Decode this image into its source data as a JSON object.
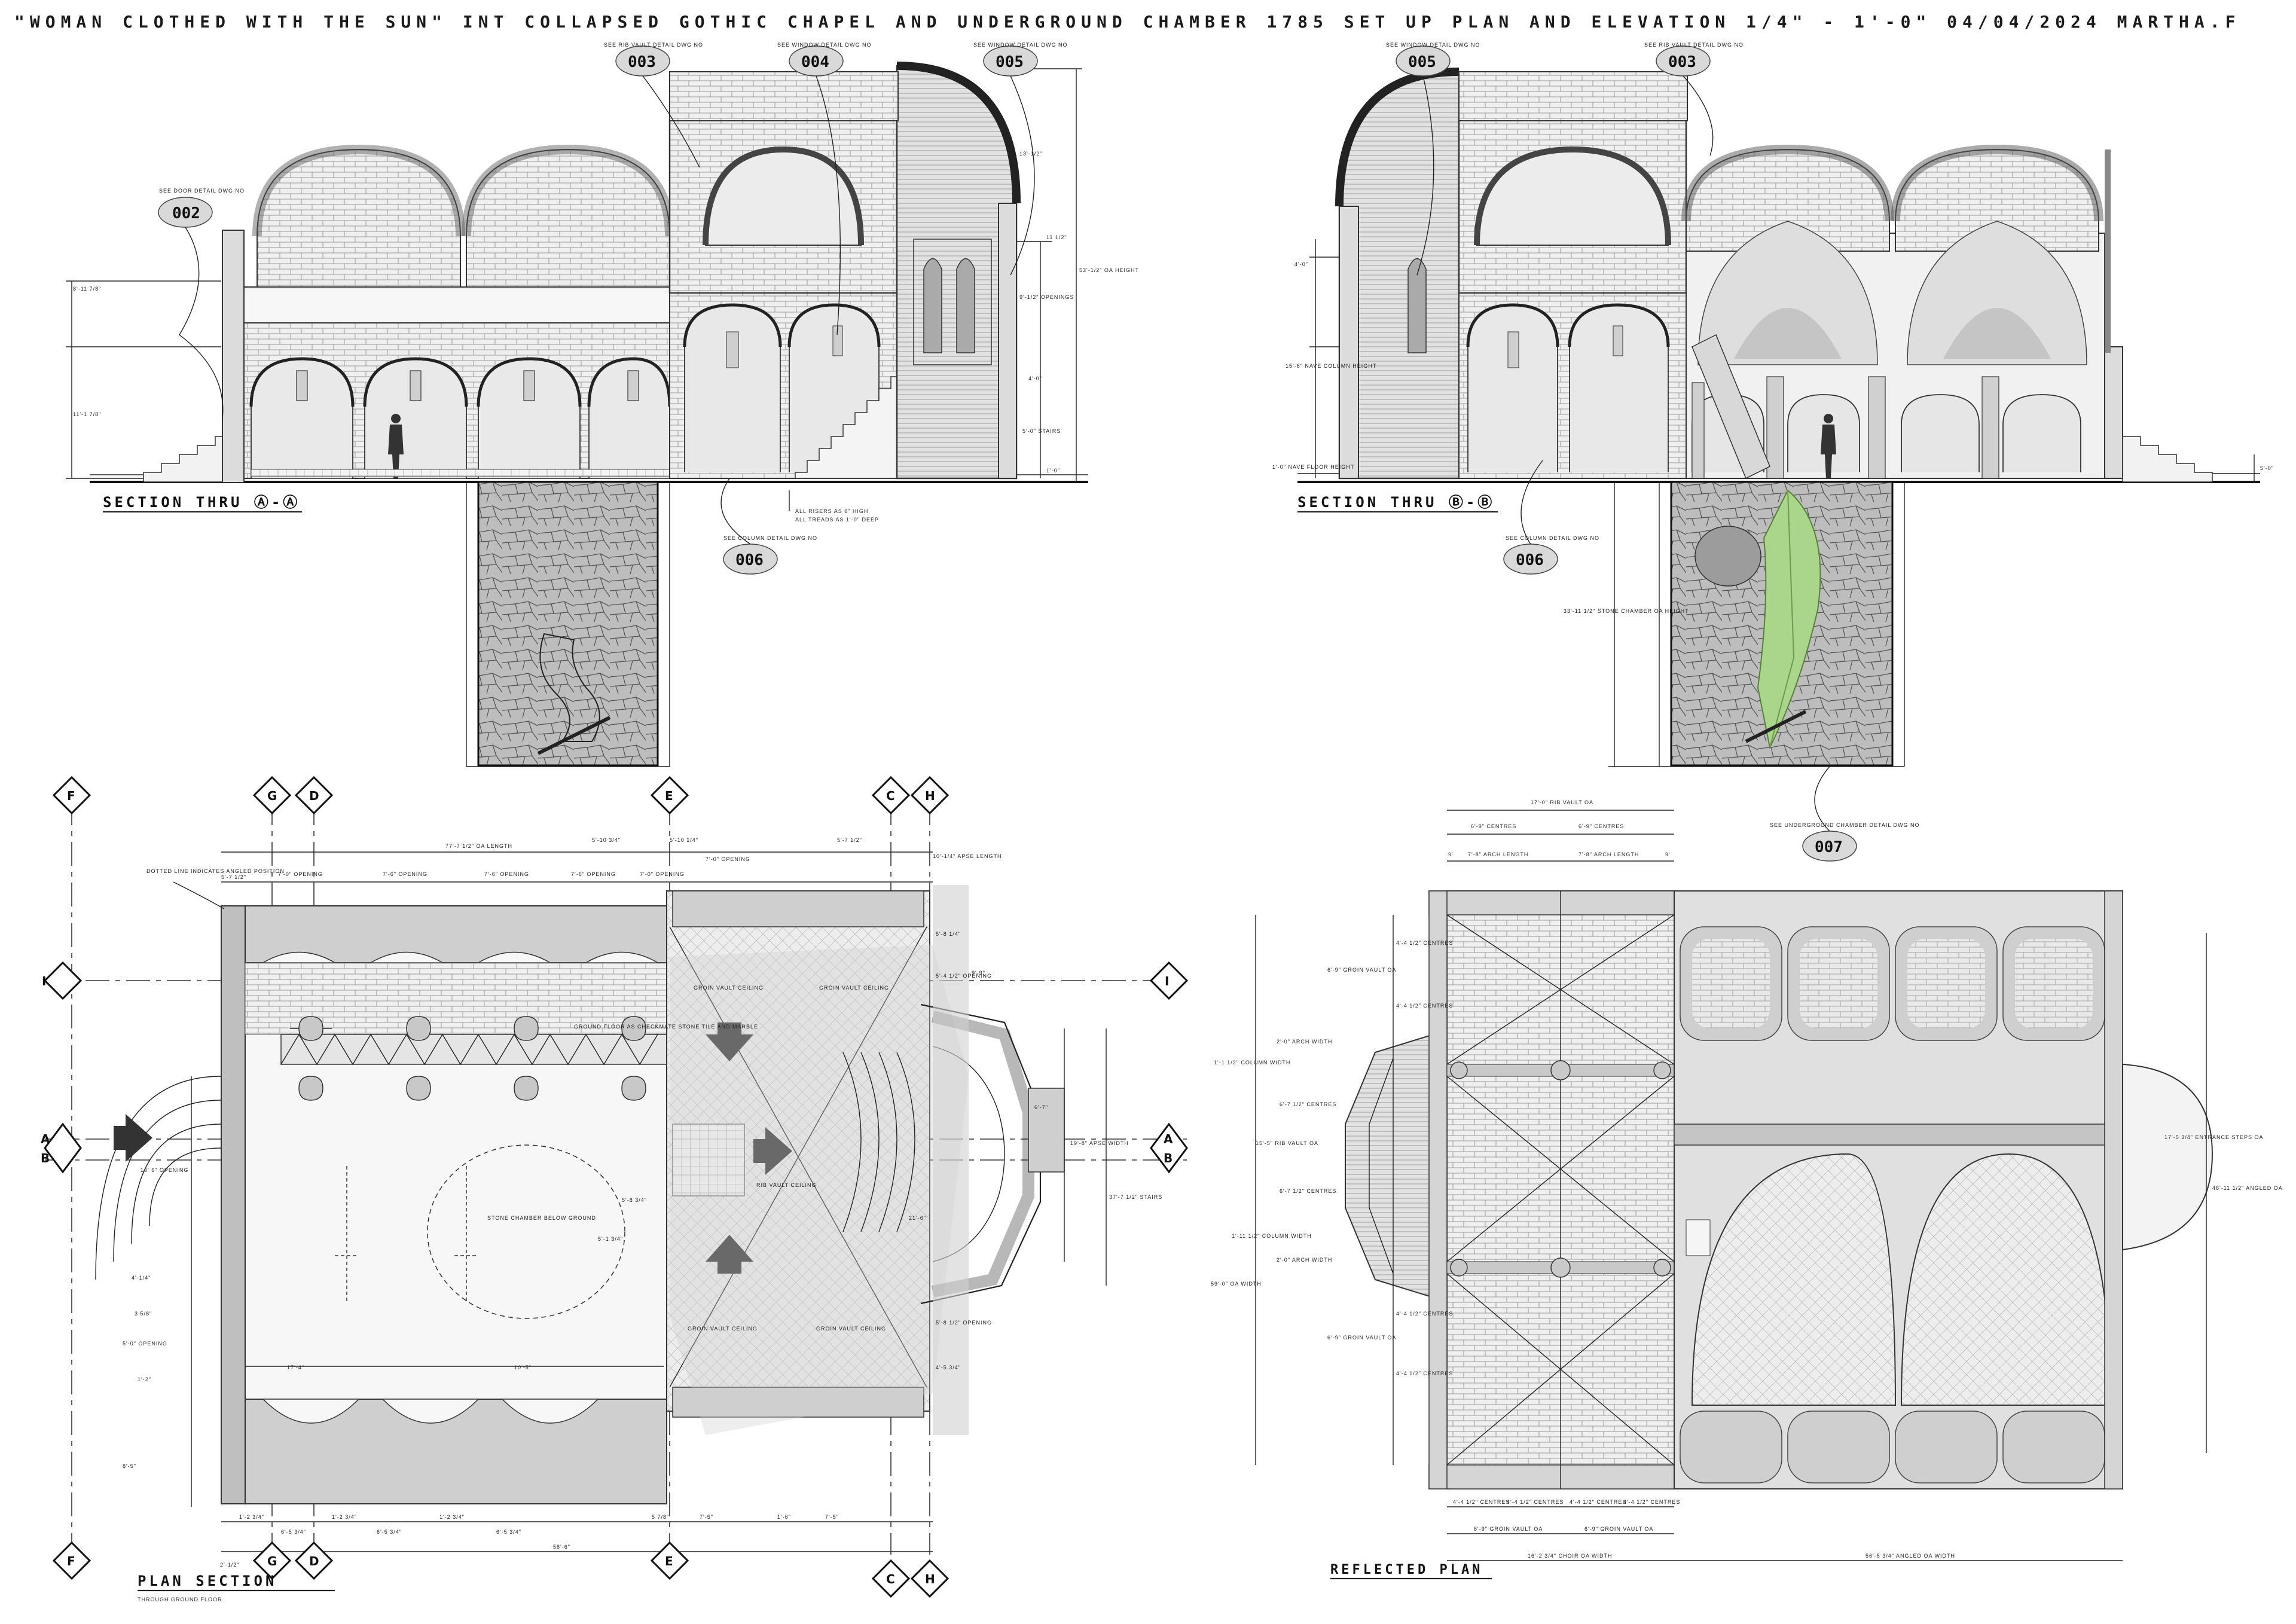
{
  "sheet_title": "\"WOMAN CLOTHED WITH THE SUN\" INT COLLAPSED GOTHIC CHAPEL AND UNDERGROUND CHAMBER 1785 SET UP PLAN AND ELEVATION 1/4\" - 1'-0\" 04/04/2024 MARTHA.F",
  "section_a": {
    "title": "SECTION THRU Ⓐ-Ⓐ",
    "callouts": [
      {
        "note": "SEE DOOR DETAIL DWG NO",
        "num": "002"
      },
      {
        "note": "SEE RIB VAULT DETAIL DWG NO",
        "num": "003"
      },
      {
        "note": "SEE WINDOW DETAIL DWG NO",
        "num": "004"
      },
      {
        "note": "SEE WINDOW DETAIL DWG NO",
        "num": "005"
      },
      {
        "note": "SEE COLUMN DETAIL DWG NO",
        "num": "006"
      }
    ],
    "dims": [
      "8'-11 7/8\"",
      "11'-1 7/8\"",
      "13'-1/2\"",
      "11 1/2\"",
      "9'-1/2\" OPENINGS",
      "53'-1/2\" OA HEIGHT",
      "4'-0\"",
      "5'-0\" STAIRS",
      "1'-0\""
    ],
    "note_risers": "ALL RISERS AS 6\" HIGH",
    "note_treads": "ALL TREADS AS 1'-0\" DEEP"
  },
  "section_b": {
    "title": "SECTION THRU Ⓑ-Ⓑ",
    "callouts": [
      {
        "note": "SEE WINDOW DETAIL DWG NO",
        "num": "005"
      },
      {
        "note": "SEE RIB VAULT DETAIL DWG NO",
        "num": "003"
      },
      {
        "note": "SEE COLUMN DETAIL DWG NO",
        "num": "006"
      },
      {
        "note": "SEE UNDERGROUND CHAMBER DETAIL DWG NO",
        "num": "007"
      }
    ],
    "dims": [
      "4'-0\"",
      "15'-6\" NAVE COLUMN HEIGHT",
      "1'-0\" NAVE FLOOR HEIGHT",
      "33'-11 1/2\" STONE CHAMBER OA HEIGHT",
      "5'-0\""
    ]
  },
  "plan_section": {
    "title": "PLAN SECTION",
    "subtitle": "THROUGH GROUND FLOOR",
    "overall_length": "77'-7 1/2\" OA LENGTH",
    "overall_bottom": "58'-6\"",
    "notes": [
      "DOTTED LINE INDICATES ANGLED POSITION",
      "GROUND FLOOR AS CHECKMATE STONE TILE AND MARBLE",
      "STONE CHAMBER BELOW GROUND",
      "GROIN VAULT CEILING",
      "RIB VAULT CEILING"
    ],
    "dims_top": [
      "5'-7 1/2\"",
      "7'-0\" OPENING",
      "7'-6\" OPENING",
      "7'-6\" OPENING",
      "7'-6\" OPENING",
      "7'-0\" OPENING",
      "5'-10 3/4\"",
      "5'-10 1/4\"",
      "7'-0\" OPENING",
      "5'-7 1/2\"",
      "10'-1/4\" APSE LENGTH"
    ],
    "dims_right": [
      "5'-8 1/4\"",
      "5'-4 1/2\" OPENING",
      "9'-9\"",
      "19'-8\" APSE WIDTH",
      "37'-7 1/2\" STAIRS",
      "6'-7\"",
      "5'-8 1/2\" OPENING",
      "4'-5 3/4\""
    ],
    "dims_left": [
      "10' 6\" OPENING",
      "4'-1/4\"",
      "3 5/8\"",
      "5'-0\" OPENING",
      "1'-2\"",
      "8'-5\""
    ],
    "dims_bottom": [
      "1'-2 3/4\"",
      "6'-5 3/4\"",
      "1'-2 3/4\"",
      "6'-5 3/4\"",
      "1'-2 3/4\"",
      "6'-5 3/4\"",
      "5 7/8\"",
      "7'-5\"",
      "1'-6\"",
      "7'-5\"",
      "2'-1/2\""
    ],
    "dims_inner": [
      "17'-4\"",
      "10'-5\"",
      "5'-8 3/4\"",
      "5'-1 3/4\"",
      "21'-6\""
    ]
  },
  "reflected_plan": {
    "title": "REFLECTED PLAN",
    "dims_top": [
      "17'-0\" RIB VAULT OA",
      "6'-9\" CENTRES",
      "6'-9\" CENTRES",
      "9'",
      "7'-8\" ARCH LENGTH",
      "7'-8\" ARCH LENGTH",
      "9'"
    ],
    "dims_left": [
      "4'-4 1/2\" CENTRES",
      "6'-9\" GROIN VAULT OA",
      "4'-4 1/2\" CENTRES",
      "2'-0\" ARCH WIDTH",
      "1'-1 1/2\" COLUMN WIDTH",
      "6'-7 1/2\" CENTRES",
      "15'-5\" RIB VAULT OA",
      "6'-7 1/2\" CENTRES",
      "1'-11 1/2\" COLUMN WIDTH",
      "2'-0\" ARCH WIDTH",
      "59'-0\" OA WIDTH",
      "4'-4 1/2\" CENTRES",
      "6'-9\" GROIN VAULT OA",
      "4'-4 1/2\" CENTRES"
    ],
    "dims_right": [
      "17'-5 3/4\" ENTRANCE STEPS OA",
      "46'-11 1/2\" ANGLED OA"
    ],
    "dims_bottom": [
      "4'-4 1/2\" CENTRES",
      "4'-4 1/2\" CENTRES",
      "4'-4 1/2\" CENTRES",
      "4'-4 1/2\" CENTRES",
      "6'-9\" GROIN VAULT OA",
      "6'-9\" GROIN VAULT OA",
      "16'-2 3/4\" CHOIR OA WIDTH",
      "56'-5 3/4\" ANGLED OA WIDTH"
    ]
  },
  "grid_labels": [
    "F",
    "G",
    "D",
    "E",
    "C",
    "H",
    "I",
    "A",
    "B"
  ]
}
